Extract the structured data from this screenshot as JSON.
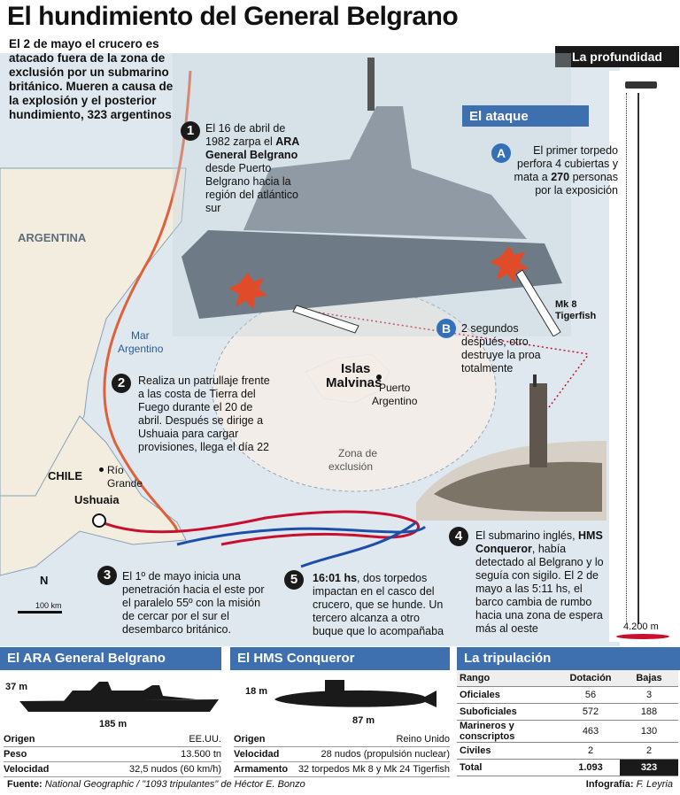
{
  "title": "El hundimiento del General Belgrano",
  "intro": "El 2 de mayo el crucero es atacado fuera de la zona de exclusión por un submarino británico. Mueren a causa de la explosión y el posterior hundimiento, 323 argentinos",
  "depth": {
    "title": "La profundidad",
    "value": "4.200 m"
  },
  "attack": {
    "title": "El ataque",
    "a": {
      "badge": "A",
      "pre": "El primer torpedo perfora 4 cubiertas y mata a ",
      "bold": "270",
      "post": " personas por la exposición"
    },
    "b": {
      "badge": "B",
      "text": "2 segundos después, otro destruye la proa totalmente"
    },
    "torpedo_label": "Mk 8 Tigerfish"
  },
  "map": {
    "argentina": "ARGENTINA",
    "chile": "CHILE",
    "mar": "Mar",
    "argentino": "Argentino",
    "islas": "Islas",
    "malvinas": "Malvinas",
    "puerto": "Puerto",
    "argentino_town": "Argentino",
    "rio": "Río",
    "grande": "Grande",
    "ushuaia": "Ushuaia",
    "zona": "Zona de",
    "exclusion": "exclusión",
    "north": "N",
    "scale": "100 km"
  },
  "steps": [
    {
      "n": "1",
      "pre": "El 16 de abril de 1982 zarpa el ",
      "bold": "ARA General Belgrano",
      "post": " desde Puerto Belgrano hacia la región del atlántico sur"
    },
    {
      "n": "2",
      "text": "Realiza un patrullaje frente a las costa de Tierra del Fuego durante el 20 de abril. Después se dirige a Ushuaia para cargar provisiones, llega el día 22"
    },
    {
      "n": "3",
      "text": "El 1º de mayo inicia una penetración hacia el este por el paralelo 55º con la misión de cercar por el sur el desembarco británico."
    },
    {
      "n": "4",
      "pre": "El submarino inglés, ",
      "bold": "HMS Conqueror",
      "post": ", había detectado al Belgrano y lo seguía con sigilo. El 2 de mayo a las 5:11 hs, el barco cambia de rumbo hacia una zona de espera más al oeste"
    },
    {
      "n": "5",
      "bold": "16:01 hs",
      "post": ", dos torpedos impactan en el casco del crucero, que se hunde. Un tercero alcanza a otro buque que lo acompañaba"
    }
  ],
  "belgrano": {
    "title": "El ARA General Belgrano",
    "height": "37 m",
    "length": "185 m",
    "rows": [
      {
        "k": "Origen",
        "v": "EE.UU."
      },
      {
        "k": "Peso",
        "v": "13.500 tn"
      },
      {
        "k": "Velocidad",
        "v": "32,5 nudos (60 km/h)"
      }
    ]
  },
  "conqueror": {
    "title": "El HMS Conqueror",
    "height": "18 m",
    "length": "87 m",
    "rows": [
      {
        "k": "Origen",
        "v": "Reino Unido"
      },
      {
        "k": "Velocidad",
        "v": "28 nudos (propulsión nuclear)"
      },
      {
        "k": "Armamento",
        "v": "32 torpedos  Mk 8 y Mk 24 Tigerfish"
      }
    ]
  },
  "crew": {
    "title": "La tripulación",
    "headers": [
      "Rango",
      "Dotación",
      "Bajas"
    ],
    "rows": [
      [
        "Oficiales",
        "56",
        "3"
      ],
      [
        "Suboficiales",
        "572",
        "188"
      ],
      [
        "Marineros y conscriptos",
        "463",
        "130"
      ],
      [
        "Civiles",
        "2",
        "2"
      ],
      [
        "Total",
        "1.093",
        "323"
      ]
    ]
  },
  "footer": {
    "label": "Fuente:",
    "text": "National Geographic / \"1093 tripulantes\" de Héctor E. Bonzo"
  },
  "credit": {
    "label": "Infografía:",
    "text": "F. Leyria"
  },
  "colors": {
    "blue": "#3e6fae",
    "route_orange": "#e0603a",
    "route_red": "#c8102e",
    "route_blue": "#1e4fa8"
  }
}
